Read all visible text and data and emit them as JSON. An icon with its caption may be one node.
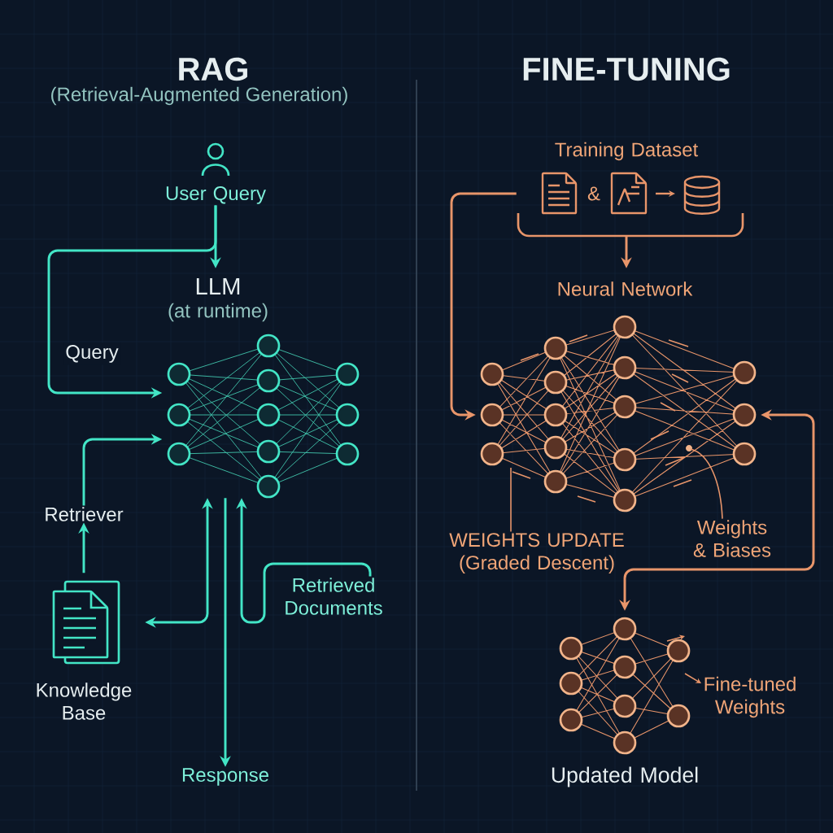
{
  "diagram": {
    "nodes": [
      {
        "text": [
          "User Query"
        ]
      },
      {
        "text": [
          "LLM",
          "(at runtime)"
        ]
      },
      {
        "text": [
          "Retriever"
        ]
      },
      {
        "text": [
          "Knowledge Base"
        ]
      },
      {
        "text": [
          "Retrieved Documents"
        ]
      },
      {
        "text": [
          "Response"
        ]
      },
      {
        "text": [
          "Training Dataset",
          "&"
        ]
      },
      {
        "text": [
          "Neural Network"
        ]
      },
      {
        "text": [
          "Weights & Biases"
        ]
      },
      {
        "text": [
          "WEIGHTS UPDATE",
          "(Graded Descent)"
        ]
      },
      {
        "text": [
          "Updated Model"
        ],
        "beside": [
          "Fine-tuned Weights"
        ]
      }
    ],
    "edges": [
      {
        "from": 0,
        "to": 1,
        "arrow": "to"
      },
      {
        "from": 0,
        "to": 1,
        "arrow": "to",
        "label": "Query"
      },
      {
        "from": 2,
        "to": 1,
        "arrow": "to"
      },
      {
        "from": 3,
        "to": 2,
        "arrow": "to"
      },
      {
        "from": 1,
        "to": 3,
        "arrow": "both"
      },
      {
        "from": 1,
        "to": 5,
        "arrow": "to"
      },
      {
        "from": 4,
        "to": 1,
        "arrow": "to"
      },
      {
        "from": 6,
        "to": 7,
        "arrow": "to",
        "color": "#e8956a"
      },
      {
        "from": 6,
        "to": 7,
        "arrow": "to",
        "color": "#e8956a"
      },
      {
        "from": 7,
        "to": 10,
        "arrow": "both",
        "color": "#e8956a"
      },
      {
        "from": 8,
        "to": 7,
        "arrow": "none",
        "color": "#e8956a"
      },
      {
        "from": 9,
        "to": 7,
        "arrow": "none",
        "color": "#e8956a"
      }
    ],
    "labels": [
      "RAG",
      "(Retrieval-Augmented Generation)",
      "FINE-TUNING"
    ]
  }
}
